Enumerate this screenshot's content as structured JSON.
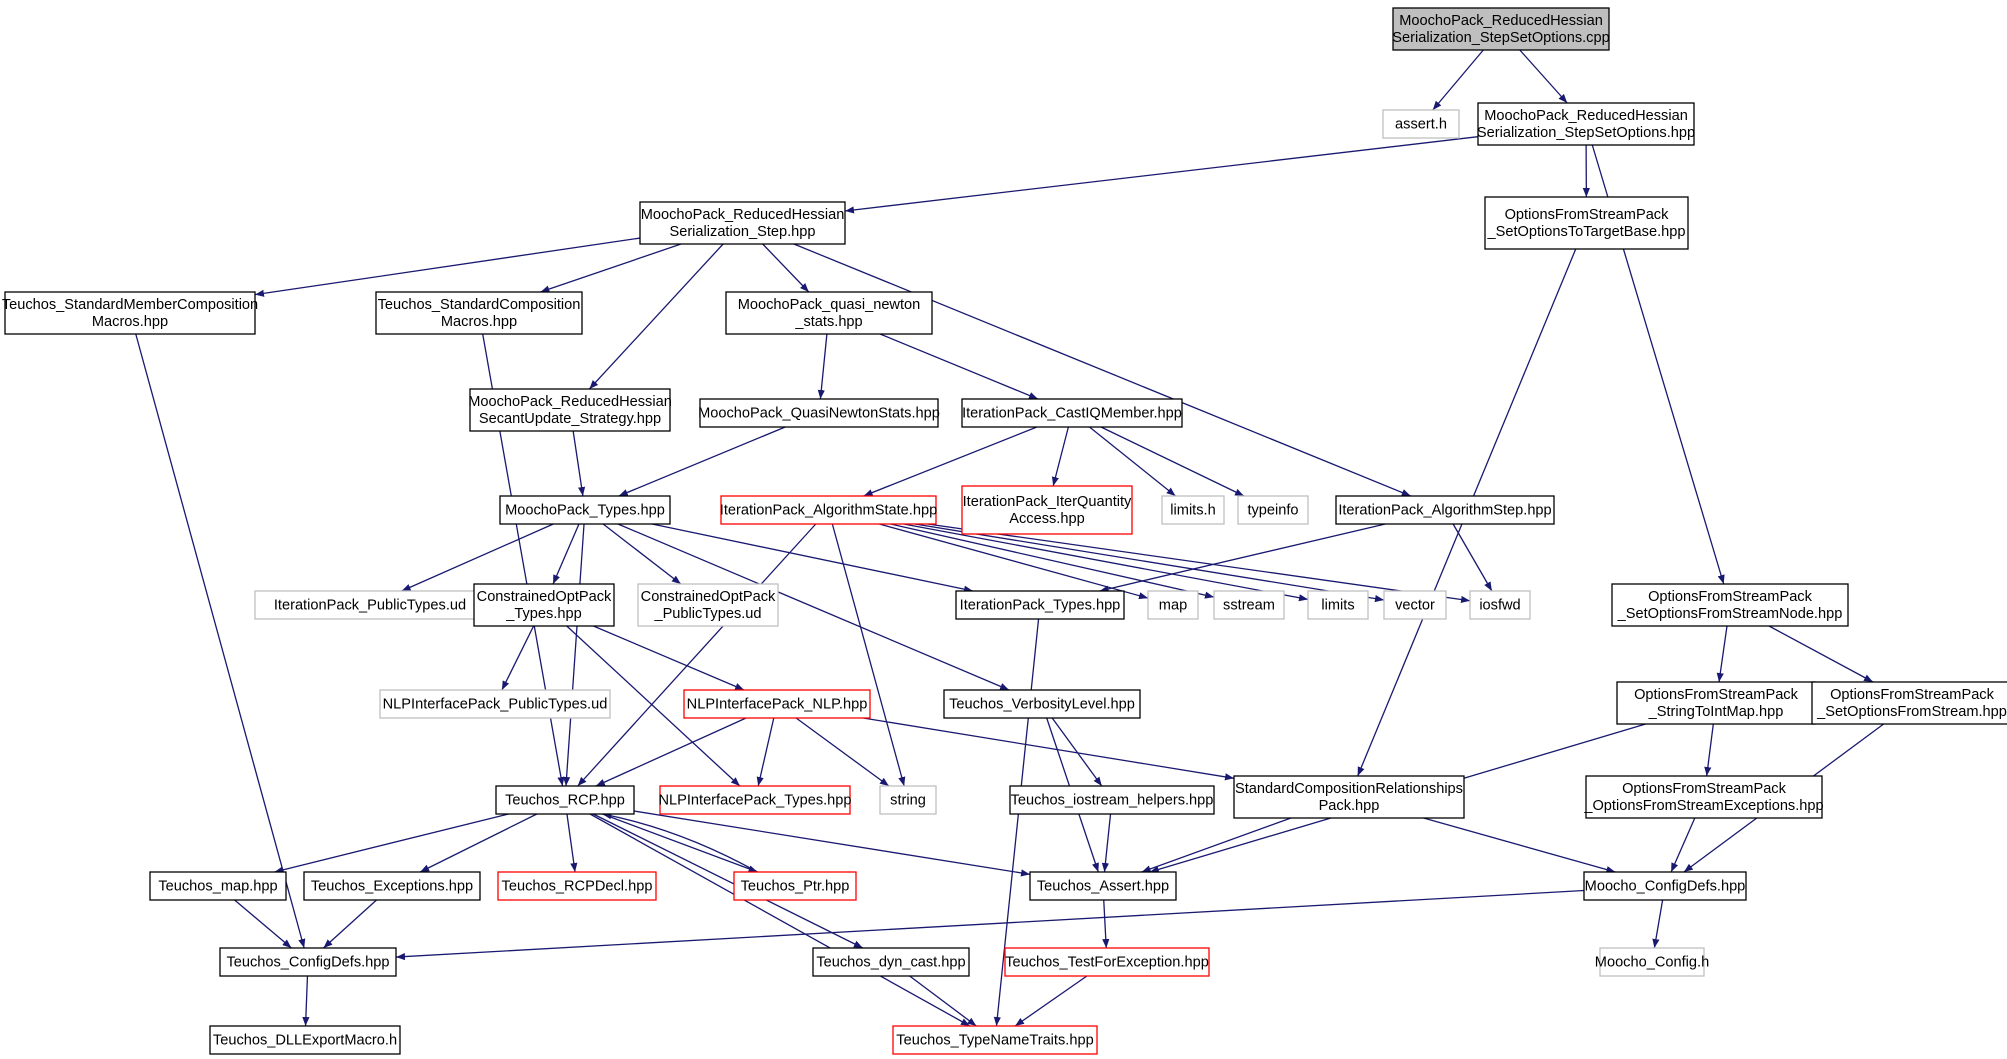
{
  "colors": {
    "edge": "#191970",
    "border_normal": "#000000",
    "border_missing": "#bfbfbf",
    "border_truncated": "#ff0000",
    "fill_root": "#bfbfbf",
    "fill_normal": "#ffffff"
  },
  "nodes": [
    {
      "id": "root",
      "lines": [
        "MoochoPack_ReducedHessian",
        "Serialization_StepSetOptions.cpp"
      ],
      "kind": "root"
    },
    {
      "id": "assert",
      "lines": [
        "assert.h"
      ],
      "kind": "missing"
    },
    {
      "id": "setopt_hpp",
      "lines": [
        "MoochoPack_ReducedHessian",
        "Serialization_StepSetOptions.hpp"
      ],
      "kind": "normal"
    },
    {
      "id": "serstep",
      "lines": [
        "MoochoPack_ReducedHessian",
        "Serialization_Step.hpp"
      ],
      "kind": "normal"
    },
    {
      "id": "ofs_target",
      "lines": [
        "OptionsFromStreamPack",
        "_SetOptionsToTargetBase.hpp"
      ],
      "kind": "normal"
    },
    {
      "id": "std_member",
      "lines": [
        "Teuchos_StandardMemberComposition",
        "Macros.hpp"
      ],
      "kind": "normal"
    },
    {
      "id": "std_comp",
      "lines": [
        "Teuchos_StandardComposition",
        "Macros.hpp"
      ],
      "kind": "normal"
    },
    {
      "id": "qn_stats",
      "lines": [
        "MoochoPack_quasi_newton",
        "_stats.hpp"
      ],
      "kind": "normal"
    },
    {
      "id": "secant",
      "lines": [
        "MoochoPack_ReducedHessian",
        "SecantUpdate_Strategy.hpp"
      ],
      "kind": "normal"
    },
    {
      "id": "qnstats2",
      "lines": [
        "MoochoPack_QuasiNewtonStats.hpp"
      ],
      "kind": "normal"
    },
    {
      "id": "castiq",
      "lines": [
        "IterationPack_CastIQMember.hpp"
      ],
      "kind": "normal"
    },
    {
      "id": "mtypes",
      "lines": [
        "MoochoPack_Types.hpp"
      ],
      "kind": "normal"
    },
    {
      "id": "algstate",
      "lines": [
        "IterationPack_AlgorithmState.hpp"
      ],
      "kind": "truncated"
    },
    {
      "id": "iterqty",
      "lines": [
        "IterationPack_IterQuantity",
        "Access.hpp"
      ],
      "kind": "truncated"
    },
    {
      "id": "limits_h",
      "lines": [
        "limits.h"
      ],
      "kind": "missing"
    },
    {
      "id": "typeinfo",
      "lines": [
        "typeinfo"
      ],
      "kind": "missing"
    },
    {
      "id": "algstep",
      "lines": [
        "IterationPack_AlgorithmStep.hpp"
      ],
      "kind": "normal"
    },
    {
      "id": "ofs_node",
      "lines": [
        "OptionsFromStreamPack",
        "_SetOptionsFromStreamNode.hpp"
      ],
      "kind": "normal"
    },
    {
      "id": "ipack_pub",
      "lines": [
        "IterationPack_PublicTypes.ud"
      ],
      "kind": "missing"
    },
    {
      "id": "cop_types",
      "lines": [
        "ConstrainedOptPack",
        "_Types.hpp"
      ],
      "kind": "normal"
    },
    {
      "id": "cop_pub",
      "lines": [
        "ConstrainedOptPack",
        "_PublicTypes.ud"
      ],
      "kind": "missing"
    },
    {
      "id": "ip_types",
      "lines": [
        "IterationPack_Types.hpp"
      ],
      "kind": "normal"
    },
    {
      "id": "map",
      "lines": [
        "map"
      ],
      "kind": "missing"
    },
    {
      "id": "sstream",
      "lines": [
        "sstream"
      ],
      "kind": "missing"
    },
    {
      "id": "limits",
      "lines": [
        "limits"
      ],
      "kind": "missing"
    },
    {
      "id": "vector",
      "lines": [
        "vector"
      ],
      "kind": "missing"
    },
    {
      "id": "iosfwd",
      "lines": [
        "iosfwd"
      ],
      "kind": "missing"
    },
    {
      "id": "nlp_pub",
      "lines": [
        "NLPInterfacePack_PublicTypes.ud"
      ],
      "kind": "missing"
    },
    {
      "id": "nlp",
      "lines": [
        "NLPInterfacePack_NLP.hpp"
      ],
      "kind": "truncated"
    },
    {
      "id": "verb",
      "lines": [
        "Teuchos_VerbosityLevel.hpp"
      ],
      "kind": "normal"
    },
    {
      "id": "ofs_str2int",
      "lines": [
        "OptionsFromStreamPack",
        "_StringToIntMap.hpp"
      ],
      "kind": "normal"
    },
    {
      "id": "ofs_setopt",
      "lines": [
        "OptionsFromStreamPack",
        "_SetOptionsFromStream.hpp"
      ],
      "kind": "normal"
    },
    {
      "id": "rcp",
      "lines": [
        "Teuchos_RCP.hpp"
      ],
      "kind": "normal"
    },
    {
      "id": "nlp_types",
      "lines": [
        "NLPInterfacePack_Types.hpp"
      ],
      "kind": "truncated"
    },
    {
      "id": "string",
      "lines": [
        "string"
      ],
      "kind": "missing"
    },
    {
      "id": "iostream_h",
      "lines": [
        "Teuchos_iostream_helpers.hpp"
      ],
      "kind": "normal"
    },
    {
      "id": "scr",
      "lines": [
        "StandardCompositionRelationships",
        "Pack.hpp"
      ],
      "kind": "normal"
    },
    {
      "id": "ofs_exc",
      "lines": [
        "OptionsFromStreamPack",
        "_OptionsFromStreamExceptions.hpp"
      ],
      "kind": "normal"
    },
    {
      "id": "tmap",
      "lines": [
        "Teuchos_map.hpp"
      ],
      "kind": "normal"
    },
    {
      "id": "texc",
      "lines": [
        "Teuchos_Exceptions.hpp"
      ],
      "kind": "normal"
    },
    {
      "id": "rcpdecl",
      "lines": [
        "Teuchos_RCPDecl.hpp"
      ],
      "kind": "truncated"
    },
    {
      "id": "ptr",
      "lines": [
        "Teuchos_Ptr.hpp"
      ],
      "kind": "truncated"
    },
    {
      "id": "tassert",
      "lines": [
        "Teuchos_Assert.hpp"
      ],
      "kind": "normal"
    },
    {
      "id": "mcfg",
      "lines": [
        "Moocho_ConfigDefs.hpp"
      ],
      "kind": "normal"
    },
    {
      "id": "tcfg",
      "lines": [
        "Teuchos_ConfigDefs.hpp"
      ],
      "kind": "normal"
    },
    {
      "id": "dyncast",
      "lines": [
        "Teuchos_dyn_cast.hpp"
      ],
      "kind": "normal"
    },
    {
      "id": "tfe",
      "lines": [
        "Teuchos_TestForException.hpp"
      ],
      "kind": "truncated"
    },
    {
      "id": "mconfig",
      "lines": [
        "Moocho_Config.h"
      ],
      "kind": "missing"
    },
    {
      "id": "dll",
      "lines": [
        "Teuchos_DLLExportMacro.h"
      ],
      "kind": "normal"
    },
    {
      "id": "tnt",
      "lines": [
        "Teuchos_TypeNameTraits.hpp"
      ],
      "kind": "truncated"
    }
  ],
  "edges": [
    [
      "root",
      "assert"
    ],
    [
      "root",
      "setopt_hpp"
    ],
    [
      "setopt_hpp",
      "serstep"
    ],
    [
      "setopt_hpp",
      "ofs_target"
    ],
    [
      "setopt_hpp",
      "ofs_node"
    ],
    [
      "serstep",
      "std_member"
    ],
    [
      "serstep",
      "std_comp"
    ],
    [
      "serstep",
      "secant"
    ],
    [
      "serstep",
      "qn_stats"
    ],
    [
      "serstep",
      "algstep"
    ],
    [
      "ofs_target",
      "scr"
    ],
    [
      "std_member",
      "tcfg"
    ],
    [
      "std_comp",
      "rcp"
    ],
    [
      "qn_stats",
      "qnstats2"
    ],
    [
      "qn_stats",
      "castiq"
    ],
    [
      "secant",
      "mtypes"
    ],
    [
      "qnstats2",
      "mtypes"
    ],
    [
      "castiq",
      "algstate"
    ],
    [
      "castiq",
      "iterqty"
    ],
    [
      "castiq",
      "limits_h"
    ],
    [
      "castiq",
      "typeinfo"
    ],
    [
      "mtypes",
      "ipack_pub"
    ],
    [
      "mtypes",
      "cop_types"
    ],
    [
      "mtypes",
      "cop_pub"
    ],
    [
      "mtypes",
      "ip_types"
    ],
    [
      "mtypes",
      "verb"
    ],
    [
      "mtypes",
      "rcp"
    ],
    [
      "algstate",
      "rcp"
    ],
    [
      "algstate",
      "string"
    ],
    [
      "algstate",
      "map"
    ],
    [
      "algstate",
      "sstream"
    ],
    [
      "algstate",
      "limits"
    ],
    [
      "algstate",
      "vector"
    ],
    [
      "algstate",
      "iosfwd"
    ],
    [
      "algstep",
      "ip_types"
    ],
    [
      "algstep",
      "iosfwd"
    ],
    [
      "ofs_node",
      "ofs_str2int"
    ],
    [
      "ofs_node",
      "ofs_setopt"
    ],
    [
      "cop_types",
      "nlp_pub"
    ],
    [
      "cop_types",
      "nlp"
    ],
    [
      "cop_types",
      "nlp_types"
    ],
    [
      "ip_types",
      "tnt"
    ],
    [
      "nlp",
      "rcp"
    ],
    [
      "nlp",
      "nlp_types"
    ],
    [
      "nlp",
      "string"
    ],
    [
      "nlp",
      "scr"
    ],
    [
      "verb",
      "iostream_h"
    ],
    [
      "verb",
      "tassert"
    ],
    [
      "ofs_str2int",
      "ofs_exc"
    ],
    [
      "ofs_str2int",
      "tassert"
    ],
    [
      "ofs_setopt",
      "mcfg"
    ],
    [
      "rcp",
      "tmap"
    ],
    [
      "rcp",
      "texc"
    ],
    [
      "rcp",
      "rcpdecl"
    ],
    [
      "rcp",
      "ptr"
    ],
    [
      "rcp",
      "tassert"
    ],
    [
      "rcp",
      "dyncast"
    ],
    [
      "rcp",
      "tnt"
    ],
    [
      "ptr",
      "rcp"
    ],
    [
      "iostream_h",
      "tassert"
    ],
    [
      "scr",
      "tassert"
    ],
    [
      "scr",
      "mcfg"
    ],
    [
      "ofs_exc",
      "mcfg"
    ],
    [
      "tmap",
      "tcfg"
    ],
    [
      "texc",
      "tcfg"
    ],
    [
      "tassert",
      "tfe"
    ],
    [
      "mcfg",
      "tcfg"
    ],
    [
      "mcfg",
      "mconfig"
    ],
    [
      "tcfg",
      "dll"
    ],
    [
      "dyncast",
      "tnt"
    ],
    [
      "tfe",
      "tnt"
    ]
  ]
}
